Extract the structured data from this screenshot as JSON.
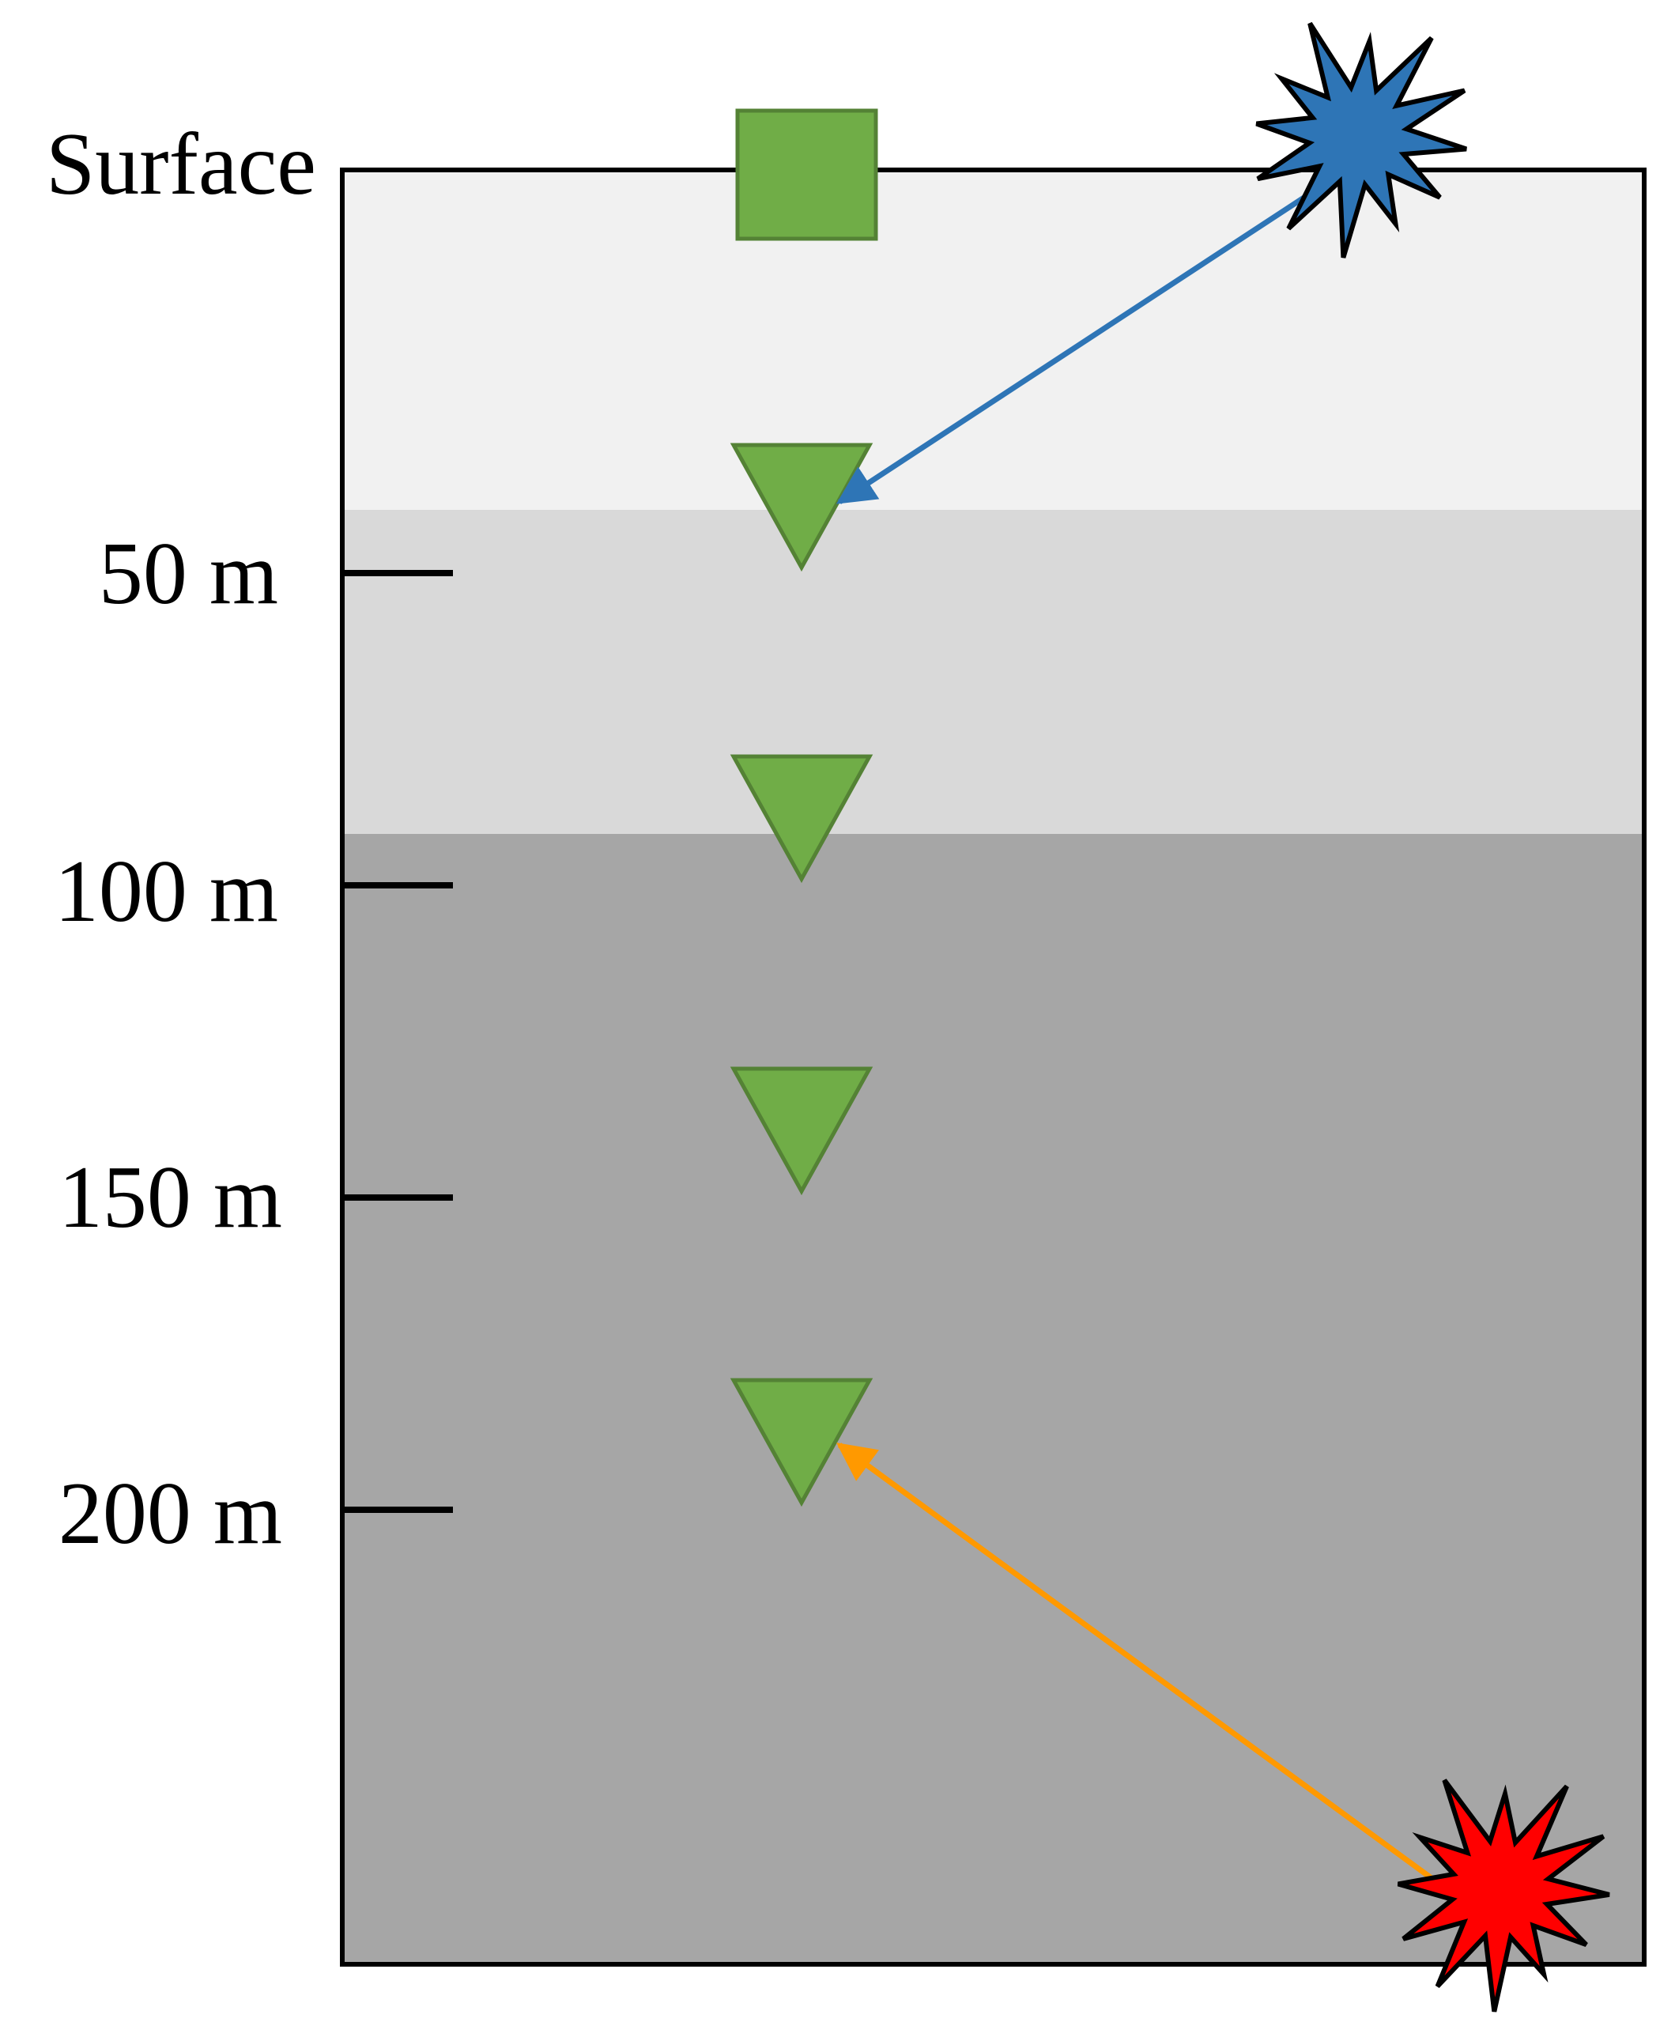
{
  "labels": {
    "surface": "Surface",
    "depth_ticks": [
      "50 m",
      "100 m",
      "150 m",
      "200 m"
    ]
  },
  "colors": {
    "layer_top": "#f1f1f1",
    "layer_middle": "#d9d9d9",
    "layer_bottom": "#a6a6a6",
    "sensor_fill": "#70ad47",
    "sensor_stroke": "#548235",
    "surface_source": "#2e75b6",
    "deep_source": "#ff0000",
    "surface_ray": "#2e75b6",
    "deep_ray": "#ff9900",
    "frame": "#000000"
  },
  "icons": {
    "surface_receiver": "square-receiver-icon",
    "borehole_receiver": "inverted-triangle-receiver-icon",
    "source": "explosion-star-icon"
  }
}
